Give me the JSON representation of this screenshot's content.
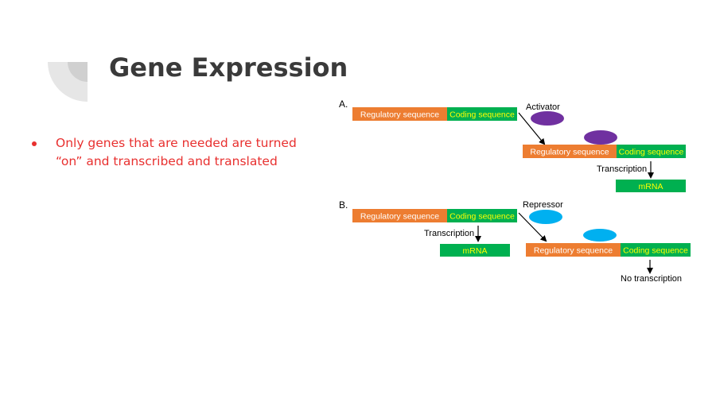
{
  "slide": {
    "title": "Gene Expression",
    "bullets": [
      "Only genes that are needed are turned “on” and transcribed and translated"
    ]
  },
  "diagram": {
    "panel_a": {
      "label": "A.",
      "regulatory_label": "Regulatory sequence",
      "coding_label": "Coding sequence",
      "factor_label": "Activator",
      "regulatory_label_2": "Regulatory sequence",
      "coding_label_2": "Coding sequence",
      "transcription_label": "Transcription",
      "mrna_label": "mRNA"
    },
    "panel_b": {
      "label": "B.",
      "regulatory_label": "Regulatory sequence",
      "coding_label": "Coding sequence",
      "transcription_label": "Transcription",
      "mrna_label": "mRNA",
      "factor_label": "Repressor",
      "regulatory_label_2": "Regulatory sequence",
      "coding_label_2": "Coding sequence",
      "result_label": "No transcription"
    },
    "colors": {
      "regulatory": "#ed7d31",
      "coding": "#00b050",
      "coding_text": "#ffff00",
      "activator": "#7030a0",
      "repressor": "#00b0f0",
      "title": "#3a3a3a",
      "bullet": "#e8302f"
    }
  }
}
